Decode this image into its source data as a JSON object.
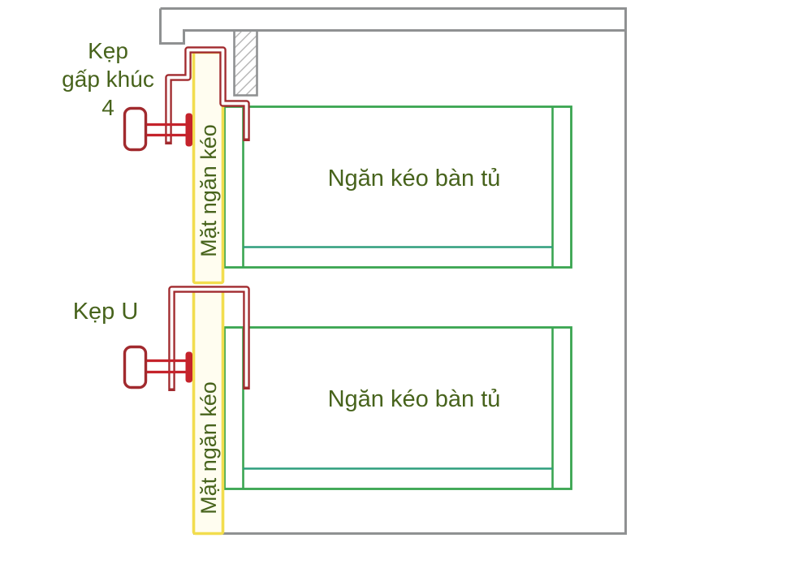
{
  "labels": {
    "bent_clamp": "Kẹp\ngấp khúc\n4",
    "u_clamp": "Kẹp U",
    "drawer_face_top": "Mặt ngăn kéo",
    "drawer_face_bottom": "Mặt ngăn kéo",
    "drawer_top": "Ngăn kéo bàn tủ",
    "drawer_bottom": "Ngăn kéo bàn tủ"
  },
  "colors": {
    "cabinet_gray": "#8f9192",
    "hatch_line": "#b5b5b5",
    "drawer_green": "#3aa551",
    "drawer_inner_green": "#2f9e7d",
    "face_yellow": "#f2dd4e",
    "face_fill": "#fffdf0",
    "clamp_maroon": "#a12a2e",
    "screw_red": "#c5232b",
    "label_green": "#47631c"
  }
}
